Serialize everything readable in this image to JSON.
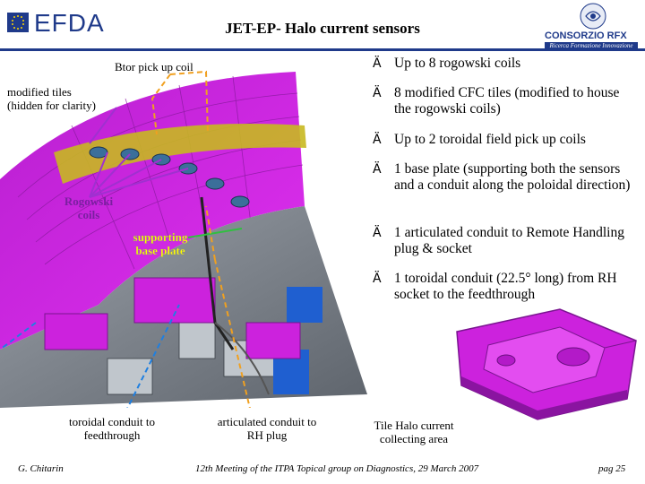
{
  "header": {
    "logo_left": "EFDA",
    "title": "JET-EP- Halo current sensors",
    "logo_right": "CONSORZIO RFX",
    "logo_right_tagline": "Ricerca Formazione Innovazione"
  },
  "labels": {
    "btor_pickup": "Btor pick up coil",
    "modified_tiles_1": "modified tiles",
    "modified_tiles_2": "(hidden for clarity)",
    "rogowski_1": "Rogowski",
    "rogowski_2": "coils",
    "supporting_1": "supporting",
    "supporting_2": "base plate",
    "toroidal_1": "toroidal conduit to",
    "toroidal_2": "feedthrough",
    "articulated_1": "articulated conduit to",
    "articulated_2": "RH plug",
    "tile_1": "Tile Halo current",
    "tile_2": "collecting area"
  },
  "bullets": [
    {
      "marker": "Ä",
      "text": "Up to 8 rogowski coils"
    },
    {
      "marker": "Ä",
      "text": "8 modified CFC tiles (modified to house the rogowski coils)"
    },
    {
      "marker": "Ä",
      "text": "Up to 2 toroidal field pick up coils"
    },
    {
      "marker": "Ä",
      "text": "1 base plate (supporting both the sensors and a conduit along the poloidal direction)"
    },
    {
      "marker": "Ä",
      "text": "1 articulated conduit to Remote Handling plug & socket"
    },
    {
      "marker": "Ä",
      "text": "1 toroidal conduit (22.5° long) from RH socket to the feedthrough"
    }
  ],
  "footer": {
    "author": "G. Chitarin",
    "meeting": "12th Meeting of the ITPA Topical group on Diagnostics, 29 March 2007",
    "page": "pag 25"
  },
  "colors": {
    "brand_blue": "#1f3a8a",
    "magenta": "#cc22dd",
    "leader_orange": "#f0a020",
    "leader_blue": "#1f7fe0",
    "leader_purple": "#a030d0",
    "leader_green": "#30c040"
  }
}
